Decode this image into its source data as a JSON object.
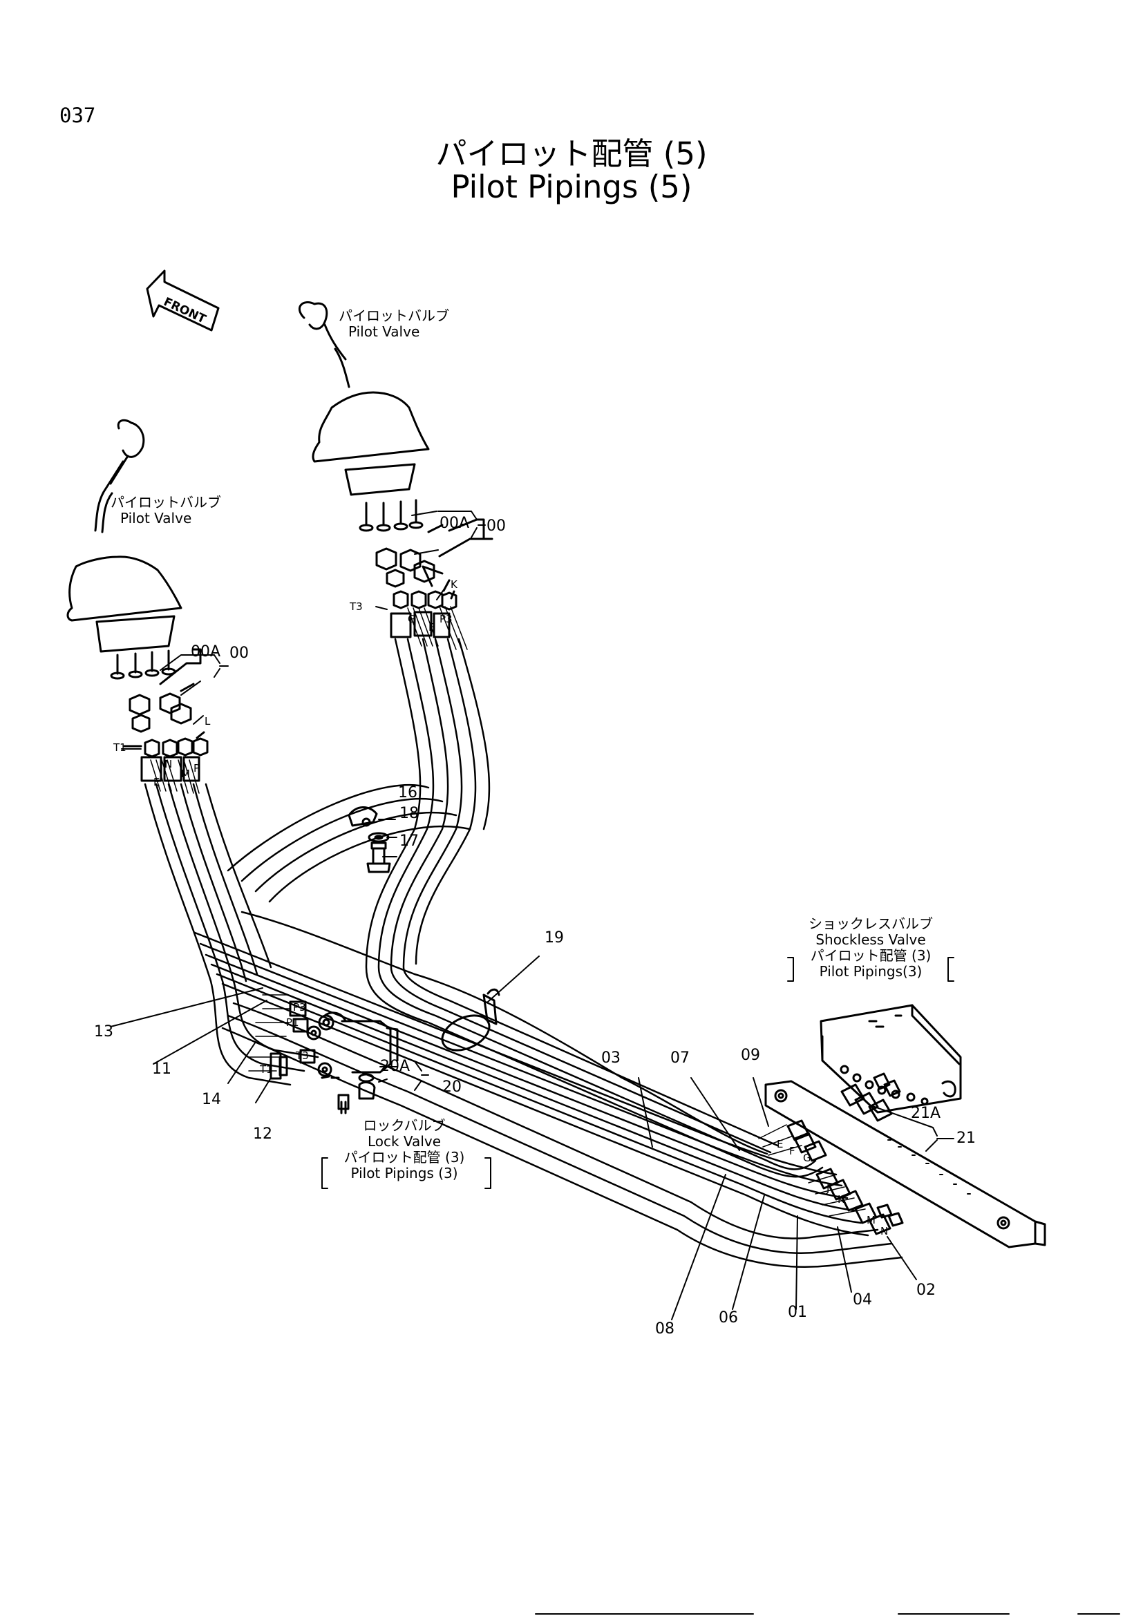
{
  "page_number": "037",
  "title_jp": "パイロット配管 (5)",
  "title_en": "Pilot Pipings (5)",
  "front_arrow": "FRONT",
  "components": {
    "pilot_valve_right": {
      "jp": "パイロットバルブ",
      "en": "Pilot Valve"
    },
    "pilot_valve_left": {
      "jp": "パイロットバルブ",
      "en": "Pilot Valve"
    },
    "shockless_valve": {
      "jp": "ショックレスバルブ",
      "en": "Shockless Valve",
      "ref_jp": "パイロット配管 (3)",
      "ref_en": "Pilot Pipings(3)"
    },
    "lock_valve": {
      "jp": "ロックバルブ",
      "en": "Lock Valve",
      "ref_jp": "パイロット配管 (3)",
      "ref_en": "Pilot Pipings (3)"
    }
  },
  "callouts": {
    "p00a_right": "00A",
    "p00_right": "00",
    "p00a_left": "00A",
    "p00_left": "00",
    "p16": "16",
    "p17": "17",
    "p18": "18",
    "p19": "19",
    "p13": "13",
    "p11": "11",
    "p14": "14",
    "p12": "12",
    "p20a": "20A",
    "p20": "20",
    "p03": "03",
    "p07": "07",
    "p09": "09",
    "p21a": "21A",
    "p21": "21",
    "p08": "08",
    "p06": "06",
    "p01": "01",
    "p04": "04",
    "p02": "02"
  },
  "port_letters": {
    "K": "K",
    "T3": "T3",
    "G": "G",
    "F": "F",
    "P3": "P3",
    "L": "L",
    "T1": "T1",
    "N": "N",
    "M": "M",
    "P": "P",
    "E": "E",
    "lock_P3": "P3",
    "lock_P1": "P1",
    "lock_T3": "T3",
    "lock_T1": "T1",
    "sv_E": "E",
    "sv_F": "F",
    "sv_G": "G",
    "sv_J": "J",
    "sv_K": "K",
    "sv_M": "M",
    "sv_N": "N"
  }
}
